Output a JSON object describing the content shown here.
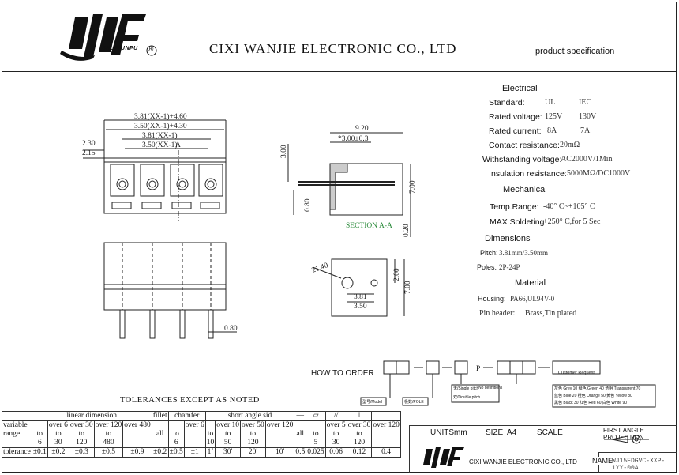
{
  "header": {
    "brand": "SHUIYUNPU",
    "registered": "®",
    "company": "CIXI  WANJIE  ELECTRONIC CO., LTD",
    "doc_type": "product specification"
  },
  "specs": {
    "electrical_heading": "Electrical",
    "standard_label": "Standard:",
    "standard_ul": "UL",
    "standard_iec": "IEC",
    "rated_voltage_label": "Rated voltage:",
    "rated_voltage_ul": "125V",
    "rated_voltage_iec": "130V",
    "rated_current_label": "Rated current:",
    "rated_current_ul": "8A",
    "rated_current_iec": "7A",
    "contact_res_label": "Contact resistance:",
    "contact_res_val": "20mΩ",
    "withstand_label": "Withstanding voltage:",
    "withstand_val": "AC2000V/1Min",
    "insulation_label": "nsulation resistance:",
    "insulation_val": "5000MΩ/DC1000V",
    "mechanical_heading": "Mechanical",
    "temp_label": "Temp.Range:",
    "temp_val": "-40° C~+105° C",
    "solder_label": "MAX Soldeting:",
    "solder_val": "+250° C,for 5 Sec",
    "dimensions_heading": "Dimensions",
    "pitch_label": "Pitch:",
    "pitch_val": "3.81mm/3.50mm",
    "poles_label": "Poles:",
    "poles_val": "2P-24P",
    "material_heading": "Material",
    "housing_label": "Housing:",
    "housing_val": "PA66,UL94V-0",
    "pin_label": "Pin header:",
    "pin_val": "Brass,Tin plated"
  },
  "dims": {
    "d1": "3.81(XX-1)+4.60",
    "d2": "3.50(XX-1)+4.30",
    "d3": "3.81(XX-1)",
    "d4": "3.50(XX-1)",
    "d5": "2.30",
    "d6": "2.15",
    "d7": "9.20",
    "d8": "*3.00±0.3",
    "d9": "3.00",
    "d10": "7.00",
    "d11": "0.80",
    "d12": "0.20",
    "section": "SECTION A-A",
    "d13": "21.40",
    "d14": "2.00",
    "d15": "7.00",
    "d16": "3.81",
    "d17": "3.50",
    "d18": "0.80",
    "markA": "A"
  },
  "order": {
    "title": "HOW TO ORDER",
    "p": "P",
    "customer": "Customer  Request",
    "box_model": "型号/Model",
    "box_pole": "极数/POLE",
    "pitch1": "无/Single pitch",
    "pitch1b": "No definitions",
    "pitch2": "双/Double pitch",
    "colors": [
      [
        "灰色 Grey",
        "10",
        "绿色 Green",
        "40",
        "透明 Transparent",
        "70"
      ],
      [
        "蓝色 Blue",
        "20",
        "橙色 Orange",
        "50",
        "黄色 Yellow",
        "80"
      ],
      [
        "黑色 Black",
        "30",
        "红色 Red",
        "60",
        "白色 White",
        "90"
      ]
    ]
  },
  "tolerances": {
    "title": "TOLERANCES EXCEPT AS NOTED",
    "group_linear": "linear dimension",
    "group_fillet": "fillet",
    "group_chamfer": "chamfer",
    "group_angle": "short angle sid",
    "row_label1": "variable",
    "row_label2": "range",
    "tol_label": "tolerance",
    "cols": [
      {
        "r": [
          "",
          "to",
          "6"
        ],
        "t": "±0.1"
      },
      {
        "r": [
          "over 6",
          "to",
          "30"
        ],
        "t": "±0.2"
      },
      {
        "r": [
          "over 30",
          "to",
          "120"
        ],
        "t": "±0.3"
      },
      {
        "r": [
          "over 120",
          "to",
          "480"
        ],
        "t": "±0.5"
      },
      {
        "r": [
          "over 480",
          "",
          ""
        ],
        "t": "±0.9"
      },
      {
        "r": [
          "",
          "all",
          ""
        ],
        "t": "±0.2"
      },
      {
        "r": [
          "",
          "to",
          "6"
        ],
        "t": "±0.5"
      },
      {
        "r": [
          "over 6",
          "",
          ""
        ],
        "t": "±1"
      },
      {
        "r": [
          "",
          "to",
          "10"
        ],
        "t": "1˚"
      },
      {
        "r": [
          "over 10",
          "to",
          "50"
        ],
        "t": "30'"
      },
      {
        "r": [
          "over 50",
          "to",
          "120"
        ],
        "t": "20'"
      },
      {
        "r": [
          "over 120",
          "",
          ""
        ],
        "t": "10'"
      },
      {
        "r": [
          "",
          "all",
          ""
        ],
        "t": "0.5"
      },
      {
        "r": [
          "",
          "to",
          "5"
        ],
        "t": "0.025"
      },
      {
        "r": [
          "over 5",
          "to",
          "30"
        ],
        "t": "0.06"
      },
      {
        "r": [
          "over 30",
          "to",
          "120"
        ],
        "t": "0.12"
      },
      {
        "r": [
          "over 120",
          "",
          ""
        ],
        "t": "0.4"
      }
    ]
  },
  "titleblock": {
    "units_label": "UNITS",
    "units_val": "mm",
    "size_label": "SIZE",
    "size_val": "A4",
    "scale_label": "SCALE",
    "projection": "FIRST ANGLE PROJECTION",
    "company_small": "CIXI WANJIE ELECTRONIC CO., LTD",
    "name_label": "NAME",
    "name_val": "WJ15EDGVC-XXP-1YY-00A"
  }
}
